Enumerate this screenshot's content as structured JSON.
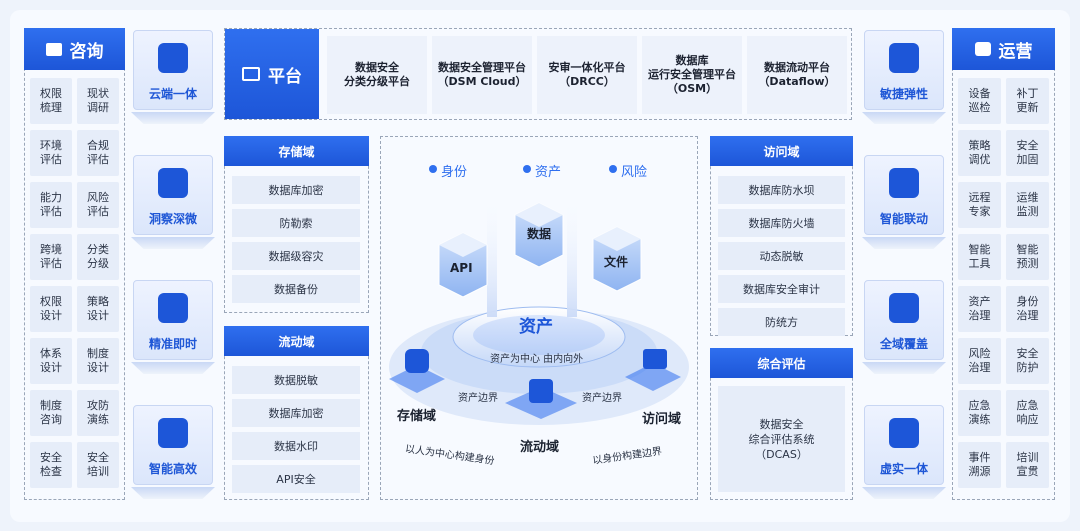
{
  "consult": {
    "title": "咨询",
    "items": [
      "权限\n梳理",
      "现状\n调研",
      "环境\n评估",
      "合规\n评估",
      "能力\n评估",
      "风险\n评估",
      "跨境\n评估",
      "分类\n分级",
      "权限\n设计",
      "策略\n设计",
      "体系\n设计",
      "制度\n设计",
      "制度\n咨询",
      "攻防\n演练",
      "安全\n检查",
      "安全\n培训"
    ]
  },
  "left_caps": [
    "云端一体",
    "洞察深微",
    "精准即时",
    "智能高效"
  ],
  "platform": {
    "title": "平台",
    "items": [
      "数据安全\n分类分级平台",
      "数据安全管理平台\n（DSM Cloud）",
      "安审一体化平台\n（DRCC）",
      "数据库\n运行安全管理平台\n（OSM）",
      "数据流动平台\n（Dataflow）"
    ]
  },
  "storage": {
    "title": "存储域",
    "items": [
      "数据库加密",
      "防勒索",
      "数据级容灾",
      "数据备份"
    ]
  },
  "flow": {
    "title": "流动域",
    "items": [
      "数据脱敏",
      "数据库加密",
      "数据水印",
      "API安全"
    ]
  },
  "access": {
    "title": "访问域",
    "items": [
      "数据库防水坝",
      "数据库防火墙",
      "动态脱敏",
      "数据库安全审计",
      "防统方"
    ]
  },
  "evaluation": {
    "title": "综合评估",
    "text": "数据安全\n综合评估系统\n（DCAS）"
  },
  "center": {
    "legend": [
      "身份",
      "资产",
      "风险"
    ],
    "cubes": [
      "API",
      "数据",
      "文件"
    ],
    "asset": "资产",
    "asset_sub": "资产为中心 由内向外",
    "storage": "存储域",
    "flow": "流动域",
    "access": "访问域",
    "border_left": "资产边界",
    "border_right": "资产边界",
    "people": "以人为中心构建身份",
    "identity": "以身份构建边界"
  },
  "right_caps": [
    "敏捷弹性",
    "智能联动",
    "全域覆盖",
    "虚实一体"
  ],
  "ops": {
    "title": "运营",
    "items": [
      "设备\n巡检",
      "补丁\n更新",
      "策略\n调优",
      "安全\n加固",
      "远程\n专家",
      "运维\n监测",
      "智能\n工具",
      "智能\n预测",
      "资产\n治理",
      "身份\n治理",
      "风险\n治理",
      "安全\n防护",
      "应急\n演练",
      "应急\n响应",
      "事件\n溯源",
      "培训\n宣贯"
    ]
  },
  "colors": {
    "primary": "#1d56d8",
    "light": "#e6edf9",
    "accent": "#2f6fef"
  }
}
